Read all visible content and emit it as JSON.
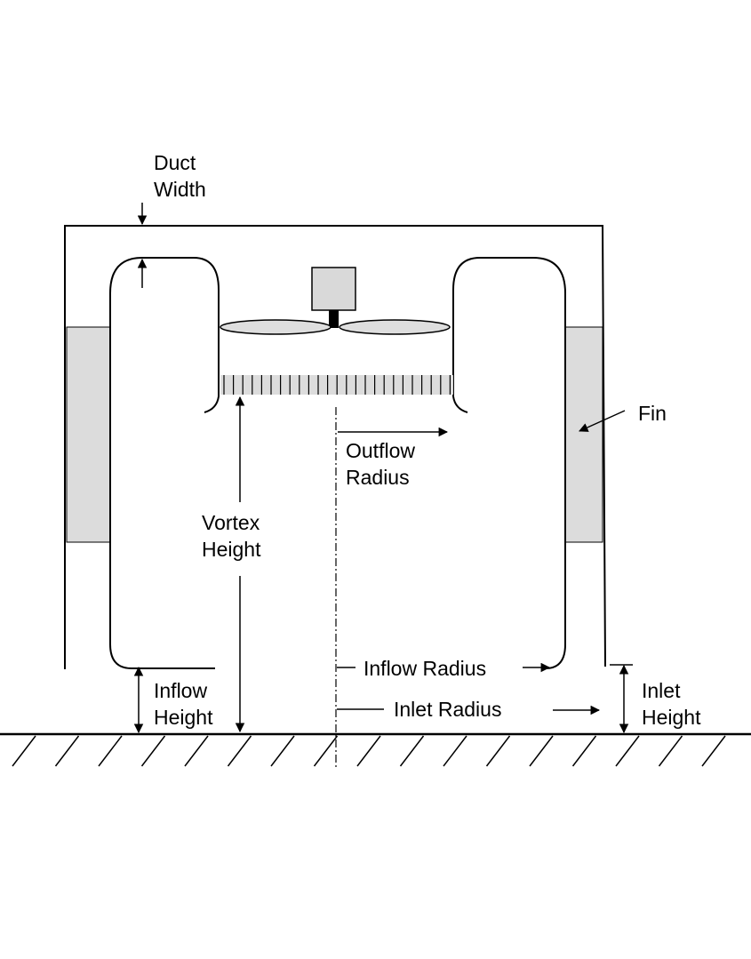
{
  "labels": {
    "duct_width": [
      "Duct",
      "Width"
    ],
    "fin": "Fin",
    "outflow_radius": [
      "Outflow",
      "Radius"
    ],
    "vortex_height": [
      "Vortex",
      "Height"
    ],
    "inflow_radius": "Inflow Radius",
    "inlet_radius": "Inlet Radius",
    "inflow_height": [
      "Inflow",
      "Height"
    ],
    "inlet_height": [
      "Inlet",
      "Height"
    ]
  },
  "colors": {
    "line": "#000000",
    "fin_fill": "#dcdcdc",
    "motor_fill": "#d9d9d9",
    "blade_fill": "#dedede",
    "background": "#ffffff"
  }
}
